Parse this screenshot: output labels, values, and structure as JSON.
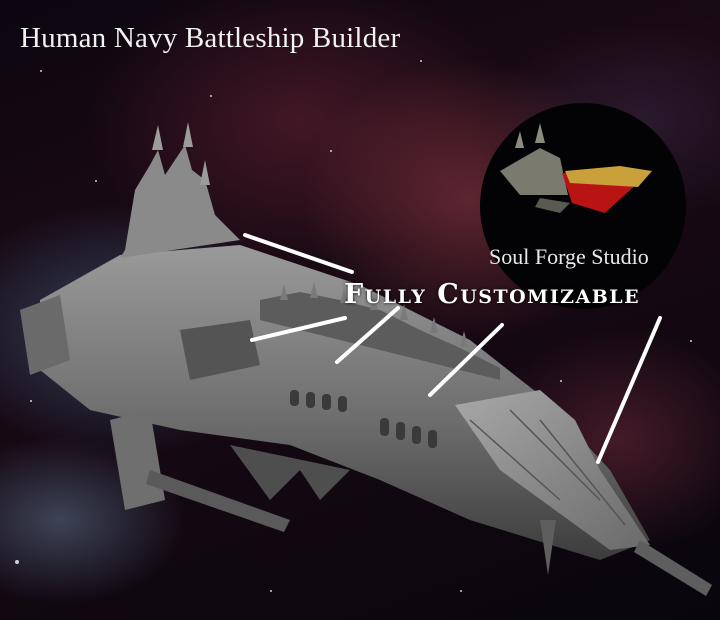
{
  "header": {
    "title": "Human Navy Battleship Builder"
  },
  "logo": {
    "studio_name": "Soul Forge Studio"
  },
  "callout": {
    "label": "Fully Customizable"
  },
  "colors": {
    "ship_hull": "#7d7d7d",
    "ship_shadow": "#4a4a4a",
    "logo_ship_red": "#b81414",
    "logo_ship_gold": "#c9a03a",
    "pointer_lines": "#ffffff"
  }
}
